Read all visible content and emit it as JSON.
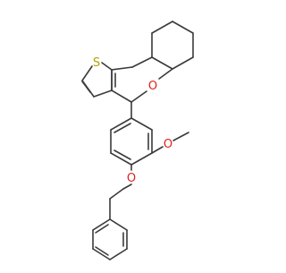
{
  "molecule": {
    "atom_labels": {
      "sulfur": "S",
      "ring_oxygen": "O",
      "methoxy_oxygen": "O",
      "benzyloxy_oxygen": "O"
    },
    "colors": {
      "bond": "#3a3a3a",
      "sulfur": "#b8a000",
      "oxygen": "#e0201b",
      "background": "#ffffff"
    }
  }
}
